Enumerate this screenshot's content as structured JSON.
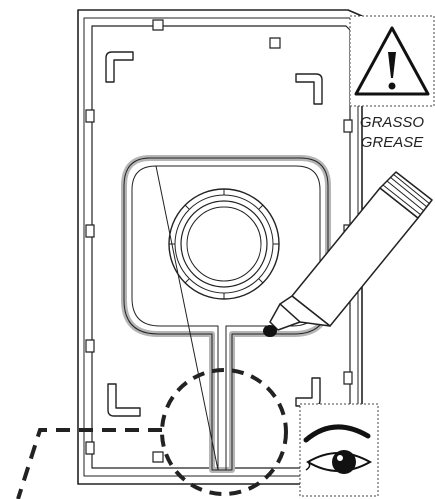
{
  "warning": {
    "icon": "warning-triangle-icon",
    "label_it": "GRASSO",
    "label_en": "GREASE"
  },
  "callouts": {
    "inspect_icon": "eye-icon",
    "tube_icon": "grease-tube-icon",
    "zoom_circle": "detail-zoom-circle"
  },
  "colors": {
    "line": "#222222",
    "grease_path": "#b5b5b5",
    "grease_drop": "#111111"
  }
}
